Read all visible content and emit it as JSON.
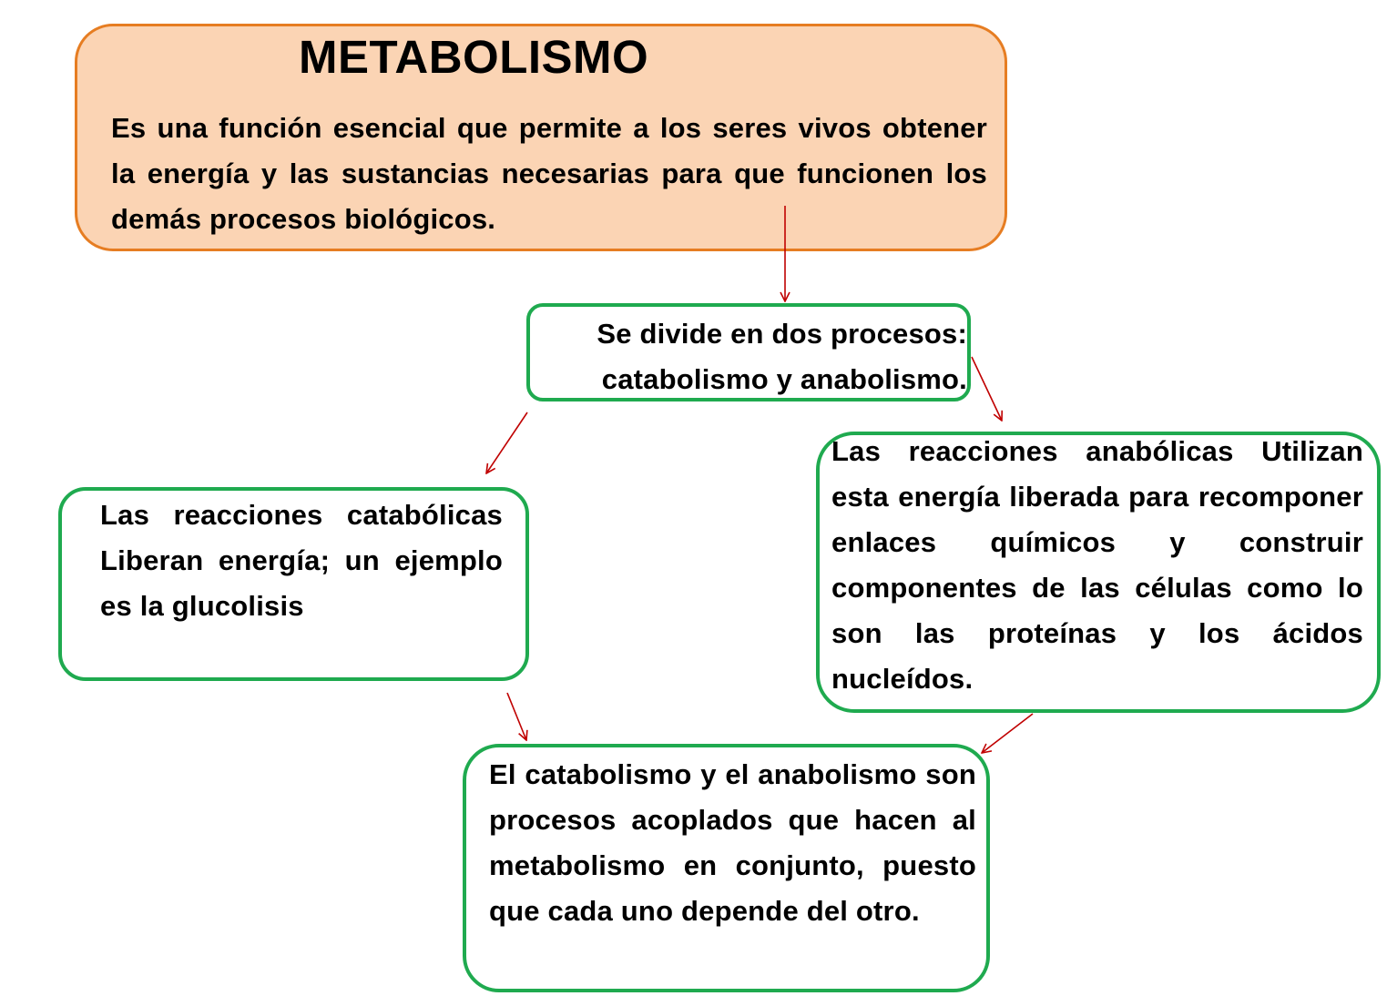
{
  "colors": {
    "main_fill": "#fbd4b4",
    "main_border": "#e67d22",
    "box_border": "#1faa4f",
    "arrow": "#c00000"
  },
  "main": {
    "title": "METABOLISMO",
    "description": "Es una función esencial que permite a los seres vivos obtener la energía y las sustancias necesarias para que funcionen los demás procesos biológicos."
  },
  "divide": {
    "line1": "Se divide en dos procesos:",
    "line2": "catabolismo y anabolismo."
  },
  "catabolic": {
    "text": "Las reacciones catabólicas Liberan energía; un ejemplo es la glucolisis"
  },
  "anabolic": {
    "text": "Las reacciones anabólicas Utilizan esta energía liberada para recomponer enlaces químicos y construir componentes de las células como lo son las proteínas y los ácidos nucleídos."
  },
  "coupled": {
    "text": "El catabolismo y el anabolismo son procesos acoplados que hacen al metabolismo en conjunto, puesto que cada uno depende del otro."
  }
}
